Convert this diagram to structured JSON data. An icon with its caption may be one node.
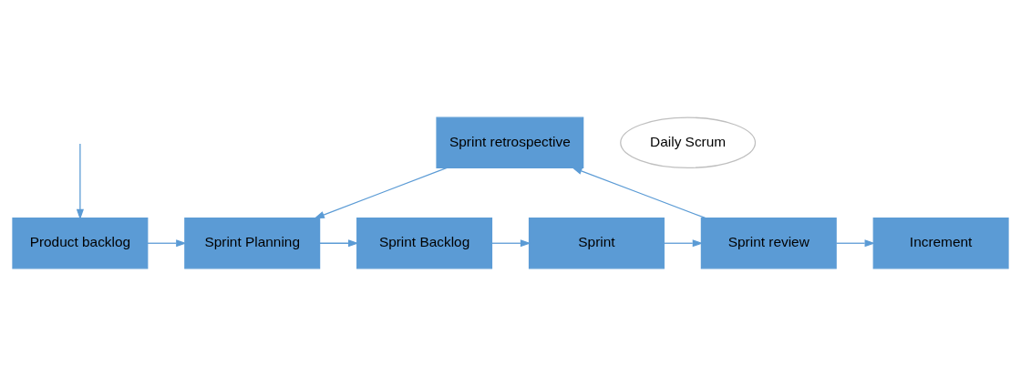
{
  "diagram": {
    "nodes": [
      {
        "text": [
          "Sprint retrospective"
        ]
      },
      {
        "text": [
          "Daily Scrum"
        ]
      },
      {
        "text": [
          "Product backlog"
        ]
      },
      {
        "text": [
          "Sprint Planning"
        ]
      },
      {
        "text": [
          "Sprint Backlog"
        ]
      },
      {
        "text": [
          "Sprint"
        ]
      },
      {
        "text": [
          "Sprint review"
        ]
      },
      {
        "text": [
          "Increment"
        ]
      }
    ],
    "edges": [
      {
        "from": 2,
        "to": 3,
        "arrow": "to"
      },
      {
        "from": 3,
        "to": 4,
        "arrow": "to"
      },
      {
        "from": 4,
        "to": 5,
        "arrow": "to"
      },
      {
        "from": 5,
        "to": 6,
        "arrow": "to"
      },
      {
        "from": 6,
        "to": 7,
        "arrow": "to"
      },
      {
        "from": 6,
        "to": 0,
        "arrow": "to"
      },
      {
        "from": 0,
        "to": 3,
        "arrow": "to"
      },
      {
        "from": null,
        "to": 2,
        "arrow": "to"
      }
    ]
  }
}
